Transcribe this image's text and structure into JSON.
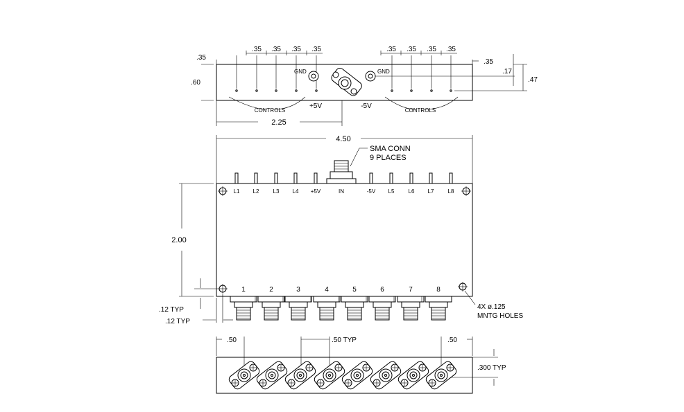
{
  "top_view": {
    "dim_pitch": ".35",
    "dim_height": ".60",
    "dim_right_edge": ".35",
    "dim_gnd_offset": ".17",
    "dim_ctrl_offset": ".47",
    "dim_half_width": "2.25",
    "label_gnd": "GND",
    "label_pos_v": "+5V",
    "label_neg_v": "-5V",
    "label_controls": "CONTROLS"
  },
  "front_view": {
    "dim_width": "4.50",
    "dim_height": "2.00",
    "dim_hole_v": ".12 TYP",
    "dim_hole_h": ".12 TYP",
    "callout_sma_line1": "SMA CONN",
    "callout_sma_line2": "9 PLACES",
    "callout_holes_line1": "4X ø.125",
    "callout_holes_line2": "MNTG HOLES",
    "top_pins": [
      "L1",
      "L2",
      "L3",
      "L4",
      "+5V",
      "IN",
      "-5V",
      "L5",
      "L6",
      "L7",
      "L8"
    ],
    "outputs": [
      "1",
      "2",
      "3",
      "4",
      "5",
      "6",
      "7",
      "8"
    ]
  },
  "bottom_view": {
    "dim_left": ".50",
    "dim_pitch": ".50 TYP",
    "dim_right": ".50",
    "dim_conn_height": ".300 TYP"
  },
  "icons": [
    "mounting-hole-icon",
    "sma-connector-icon",
    "screw-icon"
  ]
}
